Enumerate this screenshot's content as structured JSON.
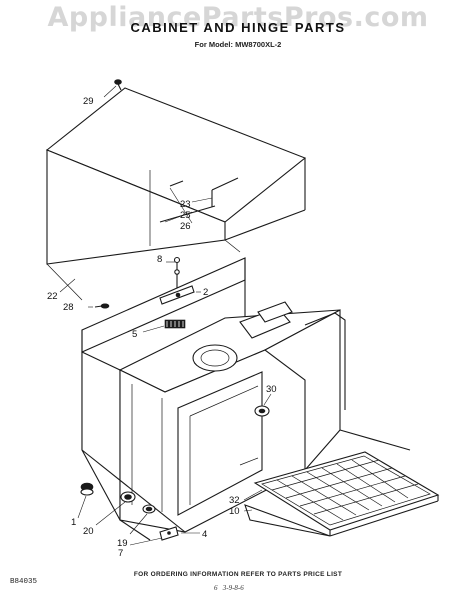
{
  "watermark": "AppliancePartsPros.com",
  "header": {
    "title": "CABINET AND HINGE PARTS",
    "model": "For Model: MW8700XL-2"
  },
  "callouts": [
    "29",
    "23",
    "25",
    "26",
    "8",
    "2",
    "22",
    "28",
    "5",
    "30",
    "32",
    "10",
    "4",
    "1",
    "20",
    "19",
    "7"
  ],
  "footer": {
    "note": "FOR ORDERING INFORMATION REFER TO PARTS PRICE LIST",
    "code": "B84035",
    "page_number": "6",
    "handwritten": "3-9-8-6"
  }
}
